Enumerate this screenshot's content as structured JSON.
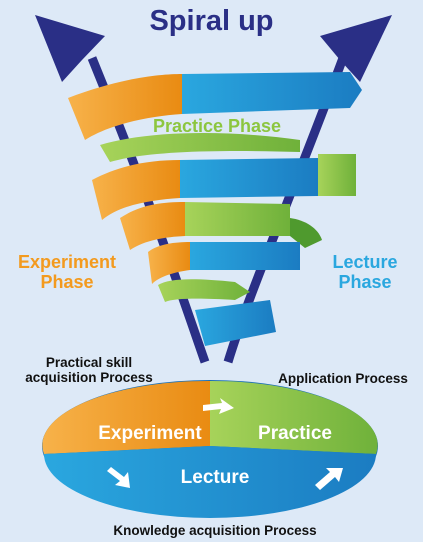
{
  "title": "Spiral up",
  "phases": {
    "practice": "Practice Phase",
    "experiment_line1": "Experiment",
    "experiment_line2": "Phase",
    "lecture_line1": "Lecture",
    "lecture_line2": "Phase"
  },
  "processes": {
    "skill_line1": "Practical skill",
    "skill_line2": "acquisition Process",
    "application": "Application Process",
    "knowledge": "Knowledge acquisition Process"
  },
  "cycle": {
    "experiment": "Experiment",
    "practice": "Practice",
    "lecture": "Lecture"
  },
  "colors": {
    "background": "#dde9f7",
    "navy": "#2a2f86",
    "orange": "#f39a1e",
    "green": "#8cc63f",
    "blue": "#2aa7df"
  },
  "icons": [
    "arrow-up-left-icon",
    "arrow-up-right-icon",
    "cycle-arrow-icon"
  ]
}
